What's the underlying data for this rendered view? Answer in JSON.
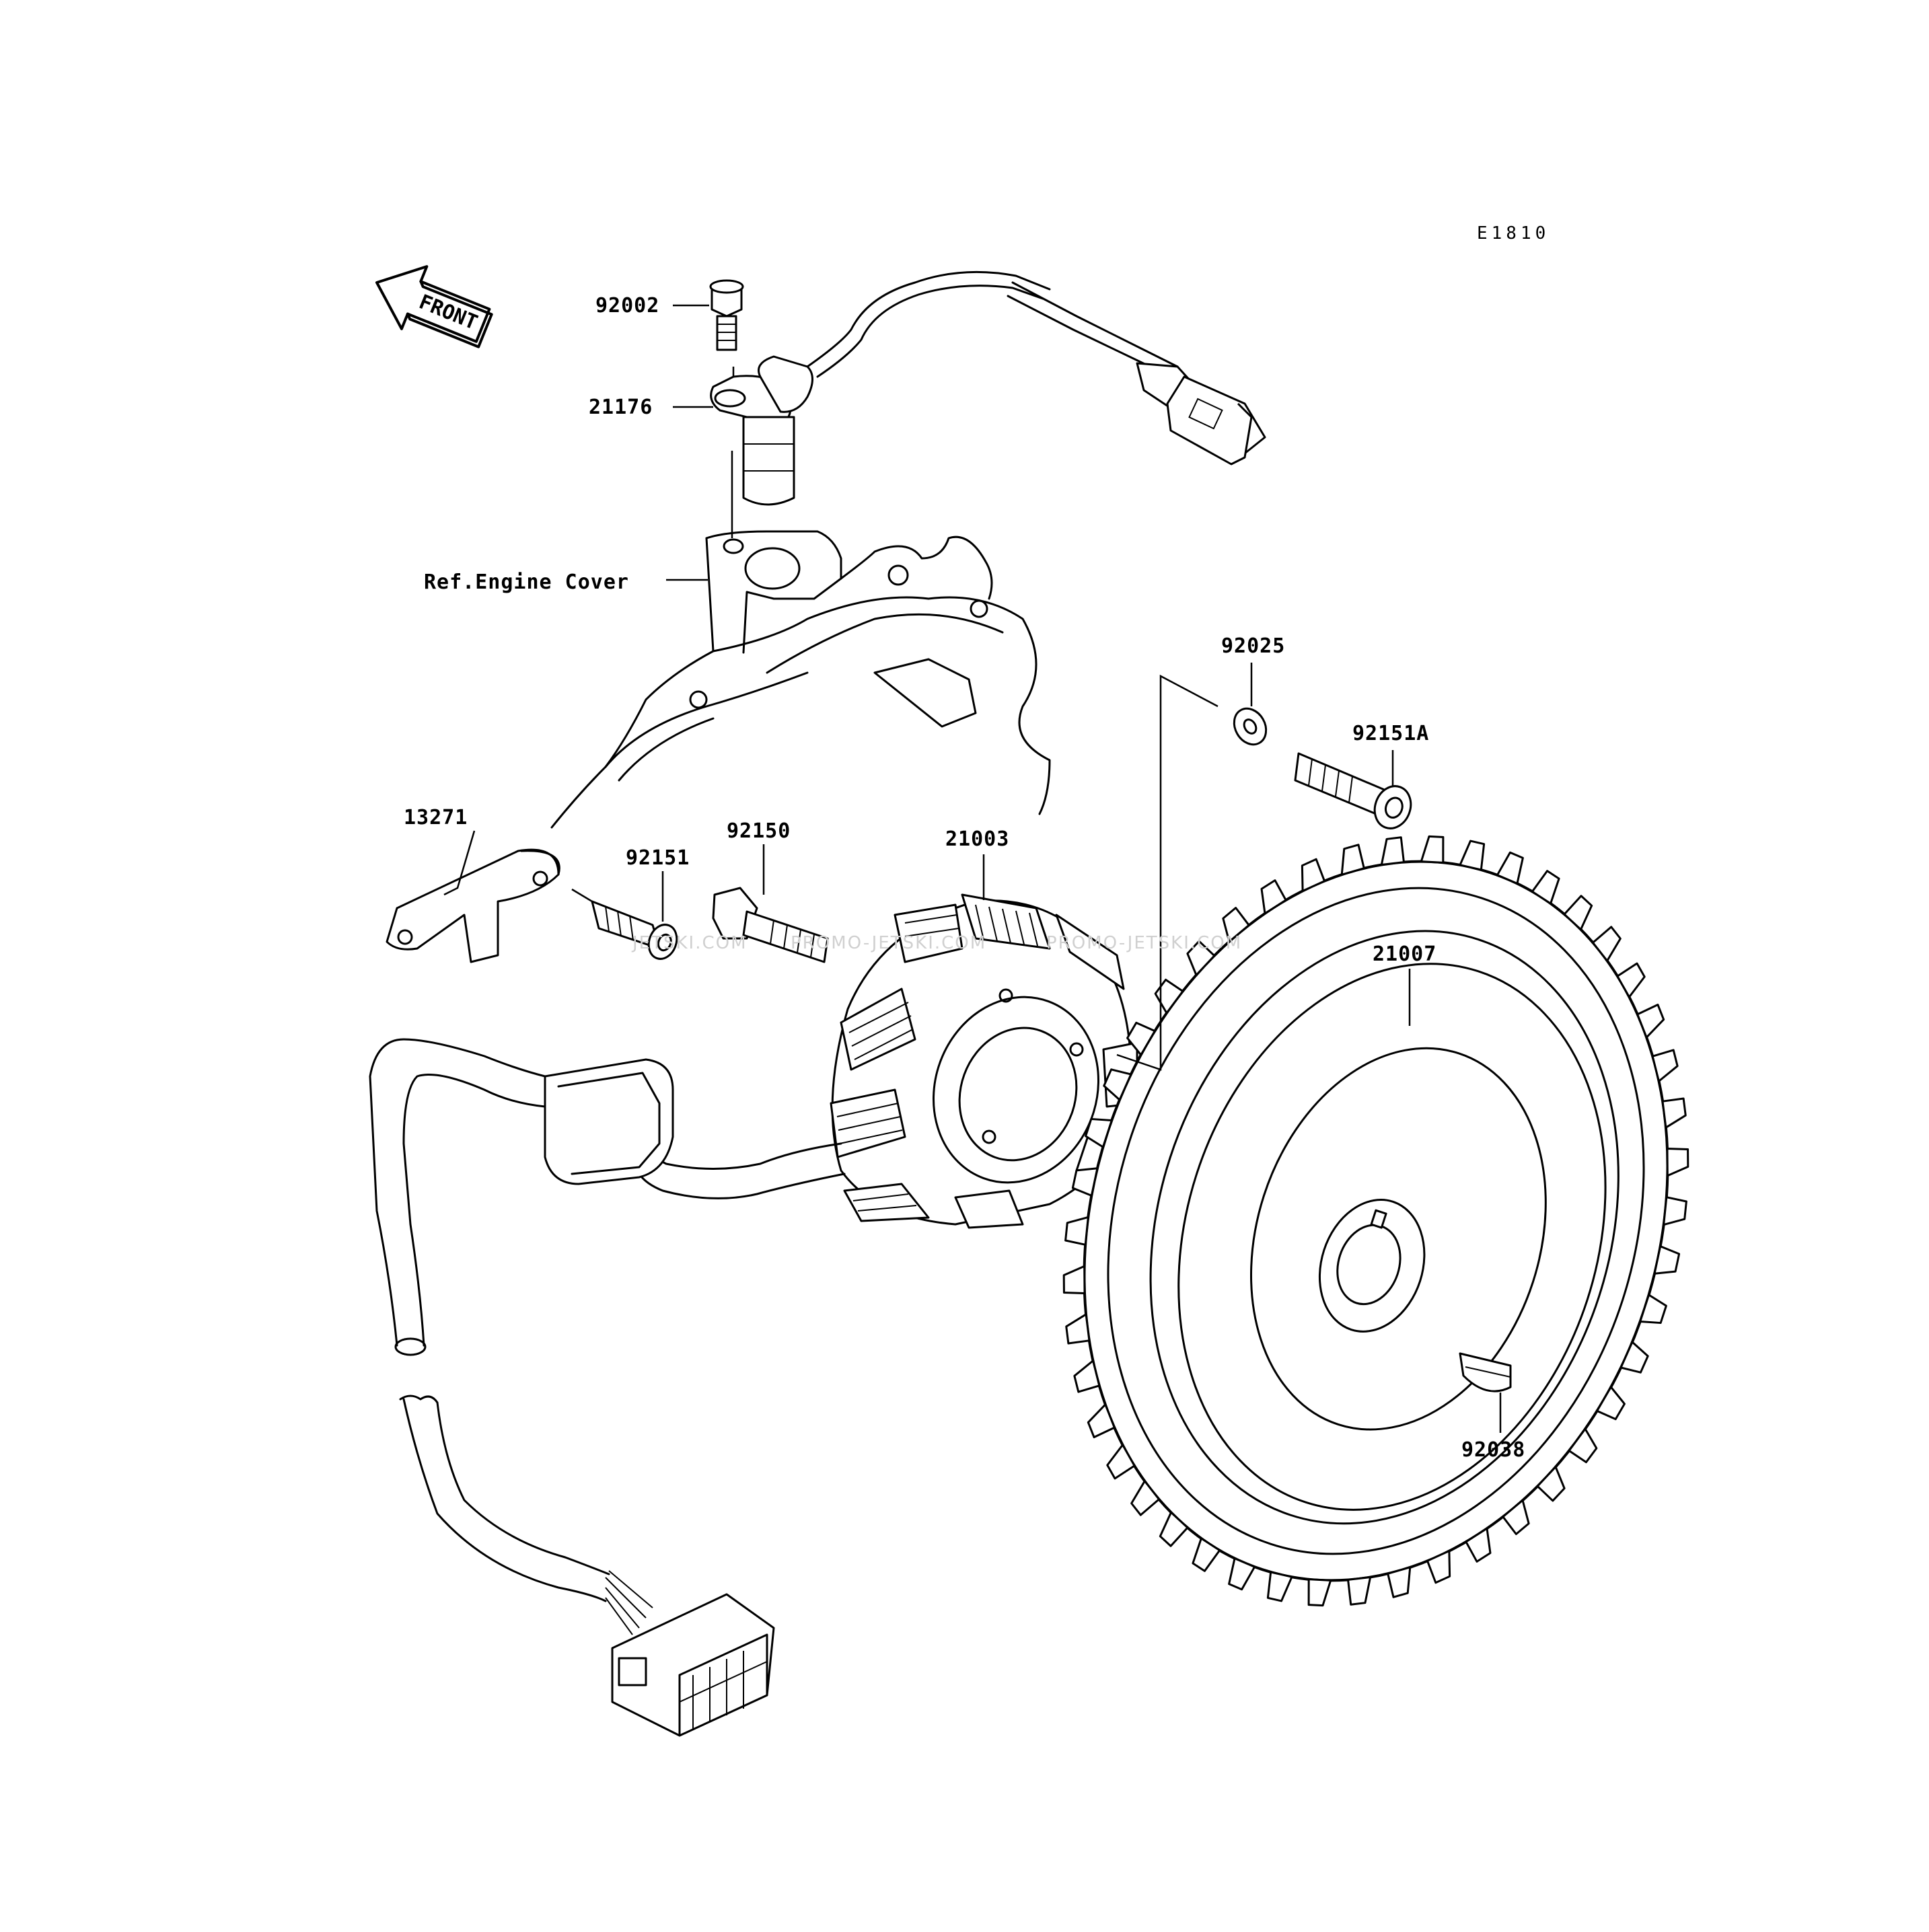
{
  "diagram": {
    "code": "E1810",
    "front_arrow_label": "FRONT",
    "reference_label": "Ref.Engine Cover",
    "watermark": [
      "JETSKI.COM",
      "PROMO-JETSKI.COM",
      "PROMO-JETSKI.COM"
    ],
    "parts": [
      {
        "id": "p92002",
        "number": "92002"
      },
      {
        "id": "p21176",
        "number": "21176"
      },
      {
        "id": "p92025",
        "number": "92025"
      },
      {
        "id": "p92151A",
        "number": "92151A"
      },
      {
        "id": "p13271",
        "number": "13271"
      },
      {
        "id": "p92151",
        "number": "92151"
      },
      {
        "id": "p92150",
        "number": "92150"
      },
      {
        "id": "p21003",
        "number": "21003"
      },
      {
        "id": "p21007",
        "number": "21007"
      },
      {
        "id": "p92038",
        "number": "92038"
      }
    ]
  }
}
